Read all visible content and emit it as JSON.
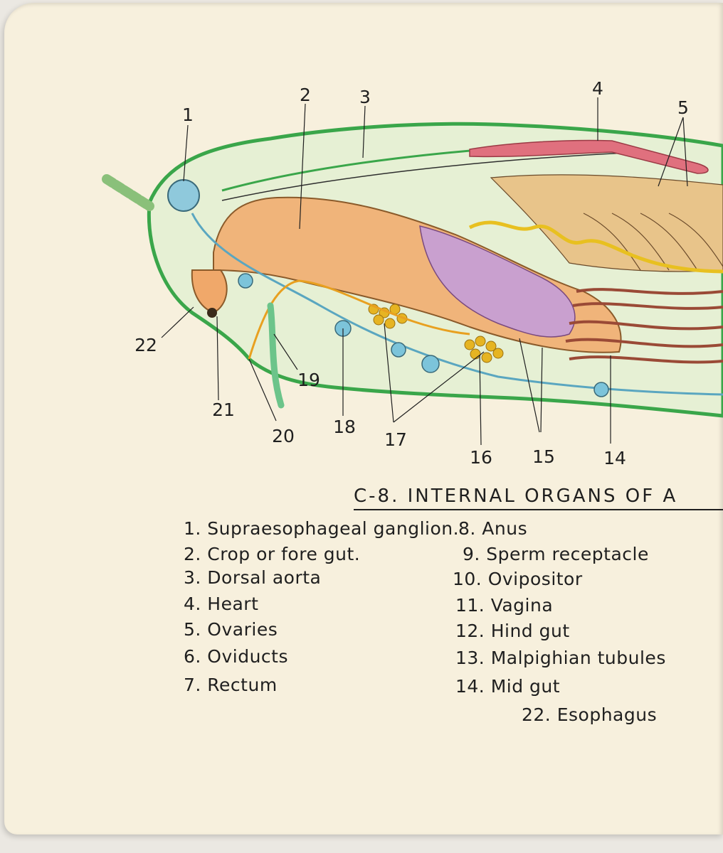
{
  "diagram": {
    "labels": [
      "1",
      "2",
      "3",
      "4",
      "5",
      "14",
      "15",
      "16",
      "17",
      "18",
      "19",
      "20",
      "21",
      "22"
    ]
  },
  "title": "C-8. INTERNAL ORGANS OF A",
  "legend": {
    "left": [
      "1. Supraesophageal ganglion.",
      "2. Crop or fore gut.",
      "3. Dorsal aorta",
      "4. Heart",
      "5. Ovaries",
      "6. Oviducts",
      "7. Rectum"
    ],
    "right": [
      "8. Anus",
      "9. Sperm receptacle",
      "10. Ovipositor",
      "11. Vagina",
      "12. Hind gut",
      "13. Malpighian tubules",
      "14. Mid gut",
      "22. Esophagus"
    ]
  },
  "colors": {
    "paper": "#f7f0dd",
    "body_outline": "#3aa64a",
    "crop": "#f0b47a",
    "ganglion": "#8fc9dc",
    "heart": "#e0707e",
    "ovaries": "#e8c48a",
    "gastric_caeca": "#c9a0cf",
    "nerve_ganglia": "#7cc4da",
    "sperm_eggs": "#e6b422",
    "malpighian": "#9a4a36",
    "oviduct": "#e8c020"
  }
}
